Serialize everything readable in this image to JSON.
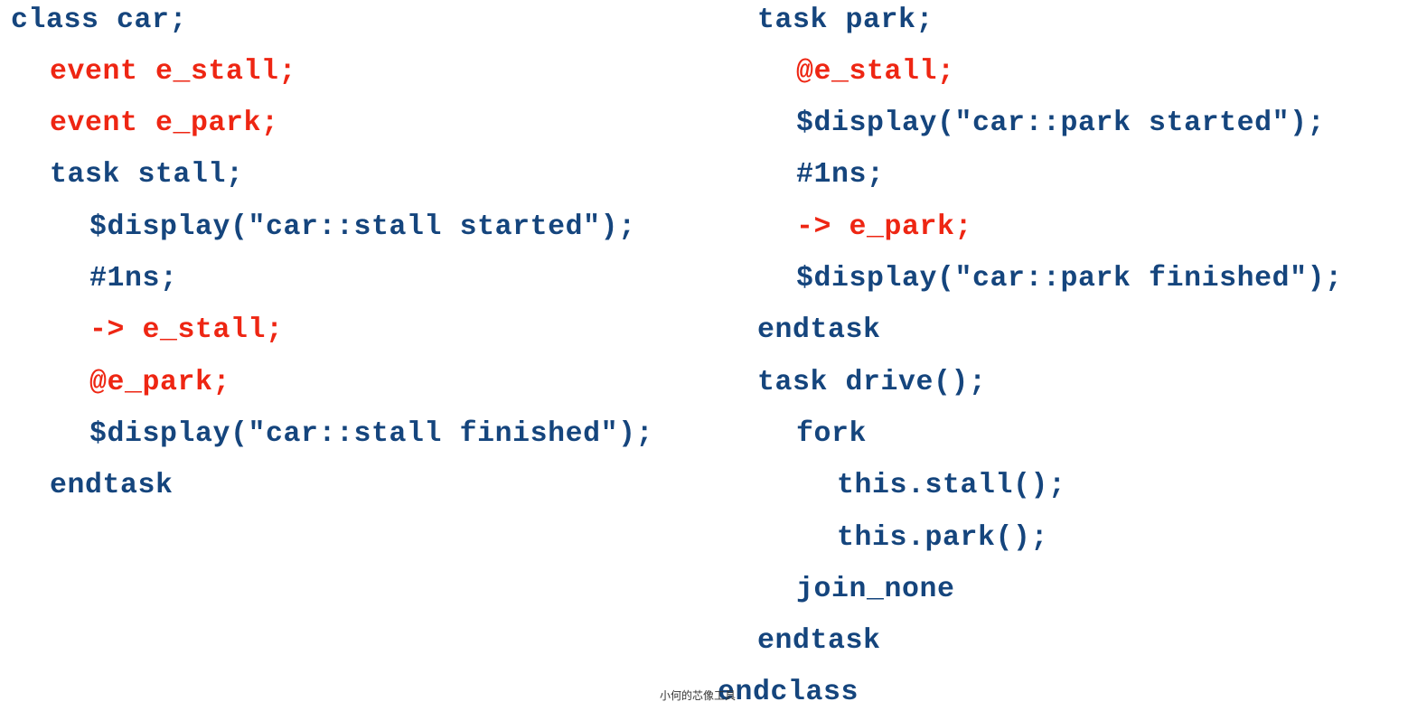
{
  "colors": {
    "keyword": "#15457d",
    "highlight": "#ee2613",
    "background": "#ffffff"
  },
  "left_column": [
    {
      "text": "class car;",
      "color": "blue"
    },
    {
      "text": "event e_stall;",
      "color": "red"
    },
    {
      "text": "event e_park;",
      "color": "red"
    },
    {
      "text": "task stall;",
      "color": "blue"
    },
    {
      "text": "$display(\"car::stall started\");",
      "color": "blue"
    },
    {
      "text": "#1ns;",
      "color": "blue"
    },
    {
      "text": "-> e_stall;",
      "color": "red"
    },
    {
      "text": "@e_park;",
      "color": "red"
    },
    {
      "text": "$display(\"car::stall finished\");",
      "color": "blue"
    },
    {
      "text": "endtask",
      "color": "blue"
    }
  ],
  "right_column": [
    {
      "text": "task park;",
      "color": "blue"
    },
    {
      "text": "@e_stall;",
      "color": "red"
    },
    {
      "text": "$display(\"car::park started\");",
      "color": "blue"
    },
    {
      "text": "#1ns;",
      "color": "blue"
    },
    {
      "text": "-> e_park;",
      "color": "red"
    },
    {
      "text": "$display(\"car::park finished\");",
      "color": "blue"
    },
    {
      "text": "endtask",
      "color": "blue"
    },
    {
      "text": "task drive();",
      "color": "blue"
    },
    {
      "text": "fork",
      "color": "blue"
    },
    {
      "text": "this.stall();",
      "color": "blue"
    },
    {
      "text": "this.park();",
      "color": "blue"
    },
    {
      "text": "join_none",
      "color": "blue"
    },
    {
      "text": "endtask",
      "color": "blue"
    },
    {
      "text": "endclass",
      "color": "blue"
    }
  ],
  "watermark": "小何的芯像工具"
}
